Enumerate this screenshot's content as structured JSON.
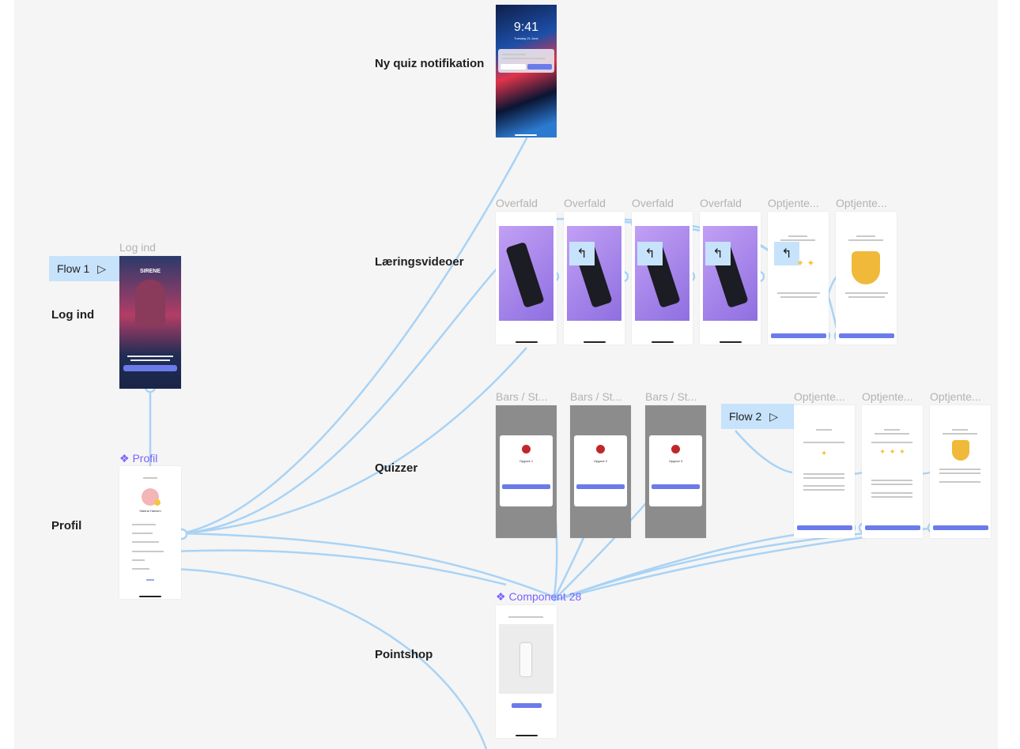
{
  "row_labels": {
    "notification": "Ny quiz notifikation",
    "videos": "Læringsvideoer",
    "login": "Log ind",
    "quizzes": "Quizzer",
    "profile": "Profil",
    "pointshop": "Pointshop"
  },
  "frame_titles": {
    "login": "Log ind",
    "video1": "Overfald",
    "video2": "Overfald",
    "video3": "Overfald",
    "video4": "Overfald",
    "earned1": "Optjente...",
    "earned2": "Optjente...",
    "quiz1": "Bars / St...",
    "quiz2": "Bars / St...",
    "quiz3": "Bars / St...",
    "earned3": "Optjente...",
    "earned4": "Optjente...",
    "earned5": "Optjente..."
  },
  "components": {
    "profile": "❖ Profil",
    "component28": "❖ Component 28"
  },
  "flows": {
    "flow1": "Flow 1",
    "flow2": "Flow 2"
  },
  "lockscreen": {
    "time": "9:41",
    "date": "Tuesday 21 June"
  },
  "login_screen": {
    "brand": "SIRENE"
  },
  "profile_screen": {
    "name": "Sabina Hansen"
  },
  "quiz_screen": {
    "q1": "Opgave 1",
    "q2": "Opgave 2",
    "q3": "Opgave 3"
  },
  "colors": {
    "wire": "#a9d3f5",
    "flow_tag": "#c7e3fb",
    "component": "#7b61ff",
    "button": "#6b7bea"
  },
  "icons": {
    "flow_start": "play-triangle-icon",
    "component": "component-diamond-icon",
    "back": "back-arrow-icon",
    "shield": "shield-badge-icon"
  }
}
